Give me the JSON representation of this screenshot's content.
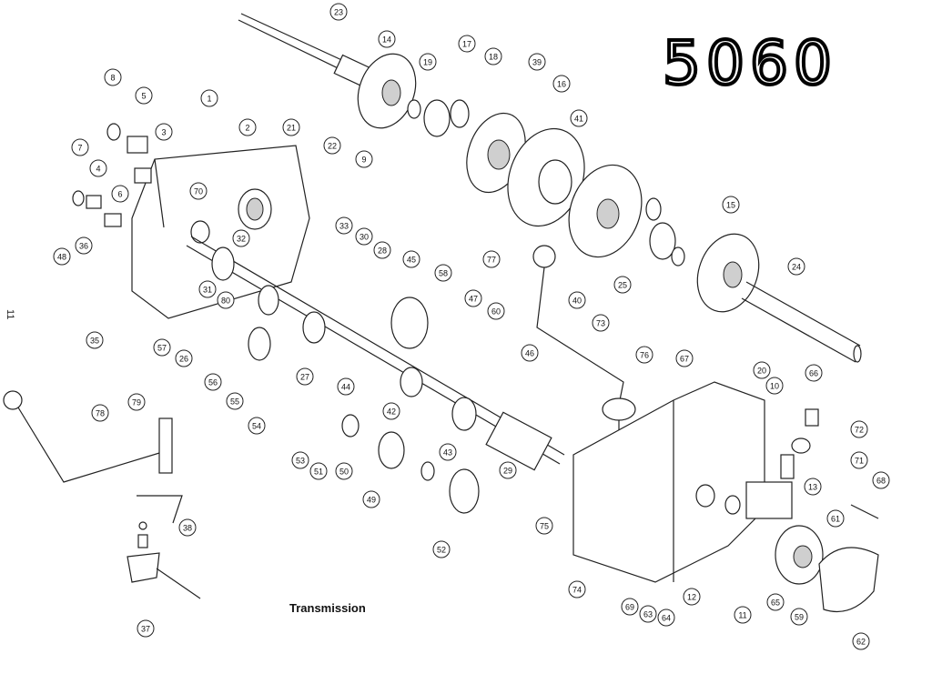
{
  "figure": {
    "title": "Transmission",
    "handwritten_model": "5060",
    "page_number": "11"
  },
  "callouts": [
    "1",
    "2",
    "3",
    "4",
    "5",
    "6",
    "7",
    "8",
    "9",
    "10",
    "11",
    "12",
    "13",
    "14",
    "15",
    "16",
    "17",
    "18",
    "19",
    "20",
    "21",
    "22",
    "23",
    "24",
    "25",
    "26",
    "27",
    "28",
    "29",
    "30",
    "31",
    "32",
    "33",
    "35",
    "36",
    "37",
    "38",
    "39",
    "40",
    "41",
    "42",
    "43",
    "44",
    "45",
    "46",
    "47",
    "48",
    "49",
    "50",
    "51",
    "52",
    "53",
    "54",
    "55",
    "56",
    "57",
    "58",
    "59",
    "60",
    "61",
    "62",
    "63",
    "64",
    "65",
    "66",
    "67",
    "68",
    "69",
    "70",
    "71",
    "72",
    "73",
    "74",
    "75",
    "76",
    "77",
    "78",
    "79",
    "80"
  ]
}
